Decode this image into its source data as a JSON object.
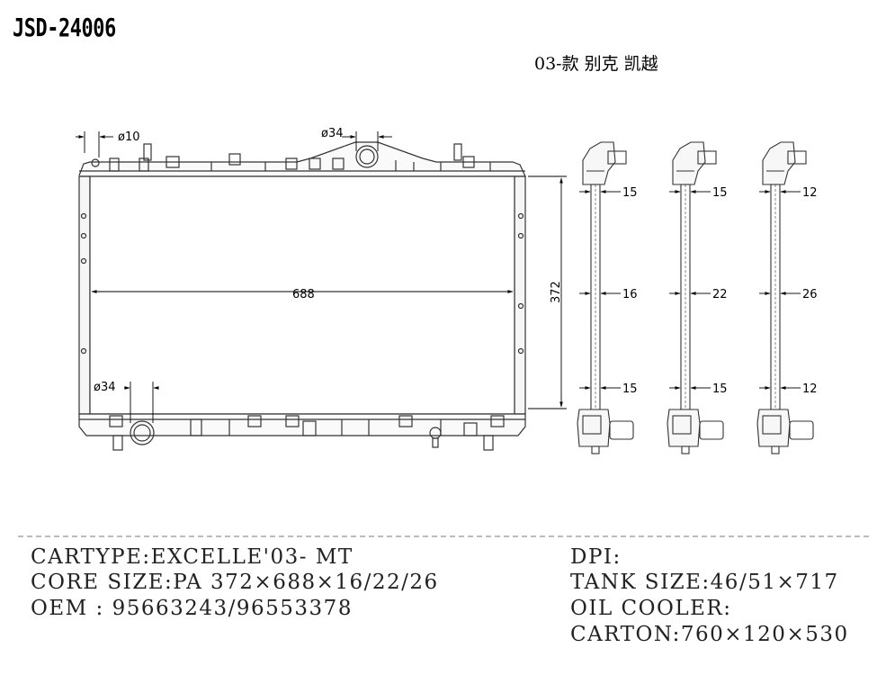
{
  "header": {
    "part_number": "JSD-24006",
    "model": "03-款 别克 凯越"
  },
  "front_view": {
    "inlet_pipe_diameter": "ø34",
    "outlet_pipe_diameter": "ø34",
    "vent_diameter": "ø10",
    "core_width": "688",
    "core_height": "372"
  },
  "side_views": [
    {
      "top": "15",
      "middle": "16",
      "bottom": "15"
    },
    {
      "top": "15",
      "middle": "22",
      "bottom": "15"
    },
    {
      "top": "12",
      "middle": "26",
      "bottom": "12"
    }
  ],
  "specs": {
    "cartype": "CARTYPE:EXCELLE'03- MT",
    "core_size": "CORE SIZE:PA 372×688×16/22/26",
    "oem": "OEM : 95663243/96553378",
    "dpi": "DPI:",
    "tank_size": "TANK SIZE:46/51×717",
    "oil_cooler": "OIL COOLER:",
    "carton": "CARTON:760×120×530"
  }
}
